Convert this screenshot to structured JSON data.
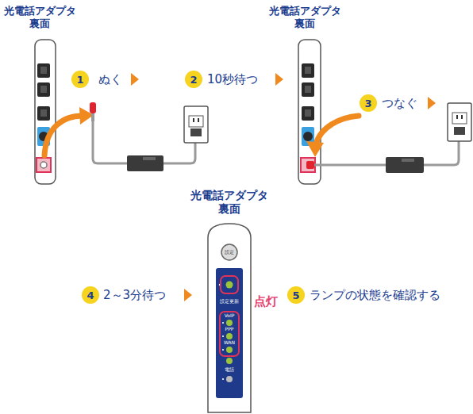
{
  "diagram": {
    "nodes": [
      {
        "text": [
          "1"
        ]
      },
      {
        "text": [
          "2"
        ]
      },
      {
        "text": [
          "3"
        ]
      },
      {
        "text": [
          "4"
        ]
      },
      {
        "text": [
          "5"
        ]
      }
    ],
    "labels": [
      "光電話アダプタ 裏面",
      "光電話アダプタ 裏面",
      "光電話アダプタ 裏面",
      "ぬく",
      "10秒待つ",
      "つなぐ",
      "2～3分待つ",
      "点灯",
      "ランプの状態を確認する",
      "設定",
      "設定更新",
      "VoIP",
      "PPP",
      "WAN",
      "電話"
    ]
  }
}
